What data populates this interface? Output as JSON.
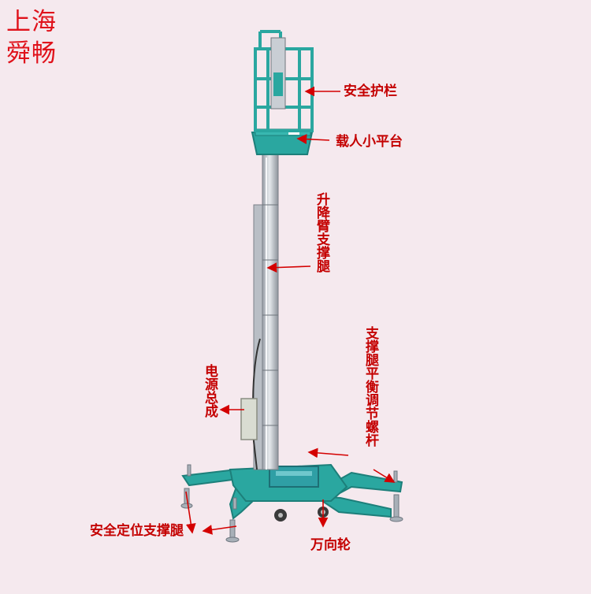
{
  "brand": {
    "line1": "上海",
    "line2": "舜畅"
  },
  "labels": {
    "guardrail": "安全护栏",
    "platform": "载人小平台",
    "mast": "升降臂支撑腿",
    "power": "电源总成",
    "leveling_screw": "支撑腿平衡调节螺杆",
    "outrigger": "安全定位支撑腿",
    "caster": "万向轮"
  },
  "colors": {
    "frame": "#2aa7a0",
    "frame_dark": "#1d7f7a",
    "mast": "#c9cdd3",
    "mast_shadow": "#8e949c",
    "arrow": "#d40000",
    "label": "#c40000",
    "brand": "#e0121b",
    "background": "#f5e9ee"
  }
}
